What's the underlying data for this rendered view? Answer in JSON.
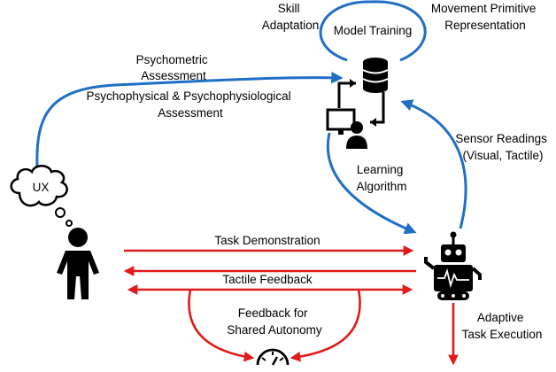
{
  "labels": {
    "skill_adaptation": [
      "Skill",
      "Adaptation"
    ],
    "model_training": "Model Training",
    "movement_primitive": [
      "Movement Primitive",
      "Representation"
    ],
    "psychometric": [
      "Psychometric",
      "Assessment"
    ],
    "psychophysical": [
      "Psychophysical & Psychophysiological",
      "Assessment"
    ],
    "sensor_readings": [
      "Sensor Readings",
      "(Visual, Tactile)"
    ],
    "learning_algorithm": [
      "Learning",
      "Algorithm"
    ],
    "ux": "UX",
    "task_demonstration": "Task Demonstration",
    "tactile_feedback": "Tactile Feedback",
    "feedback_shared": [
      "Feedback for",
      "Shared Autonomy"
    ],
    "adaptive_execution": [
      "Adaptive",
      "Task Execution"
    ]
  },
  "icons": [
    "database-icon",
    "user-computer-icon",
    "person-icon",
    "thought-cloud-icon",
    "robot-icon",
    "gauge-icon"
  ],
  "colors": {
    "blue": "#1f6fc5",
    "red": "#e01b1b"
  }
}
